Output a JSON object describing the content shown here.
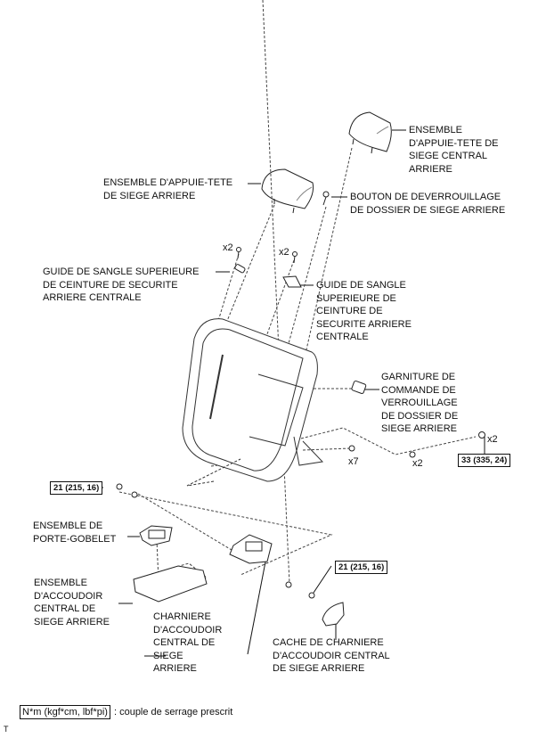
{
  "labels": {
    "center_headrest": [
      "ENSEMBLE",
      "D'APPUIE-TETE DE",
      "SIEGE CENTRAL",
      "ARRIERE"
    ],
    "rear_headrest": [
      "ENSEMBLE D'APPUIE-TETE",
      "DE SIEGE ARRIERE"
    ],
    "unlock_button": [
      "BOUTON DE DEVERROUILLAGE",
      "DE DOSSIER DE SIEGE ARRIERE"
    ],
    "belt_guide_left": [
      "GUIDE DE SANGLE SUPERIEURE",
      "DE CEINTURE DE SECURITE",
      "ARRIERE CENTRALE"
    ],
    "belt_guide_right": [
      "GUIDE DE SANGLE",
      "SUPERIEURE DE",
      "CEINTURE DE",
      "SECURITE ARRIERE",
      "CENTRALE"
    ],
    "lock_control_trim": [
      "GARNITURE DE",
      "COMMANDE DE",
      "VERROUILLAGE",
      "DE DOSSIER DE",
      "SIEGE ARRIERE"
    ],
    "cup_holder": [
      "ENSEMBLE DE",
      "PORTE-GOBELET"
    ],
    "armrest": [
      "ENSEMBLE",
      "D'ACCOUDOIR",
      "CENTRAL DE",
      "SIEGE ARRIERE"
    ],
    "armrest_hinge": [
      "CHARNIERE",
      "D'ACCOUDOIR",
      "CENTRAL DE",
      "SIEGE",
      "ARRIERE"
    ],
    "hinge_cover": [
      "CACHE DE CHARNIERE",
      "D'ACCOUDOIR CENTRAL",
      "DE SIEGE ARRIERE"
    ]
  },
  "quantities": {
    "left_guide_screws": "x2",
    "right_guide_screws": "x2",
    "clips": "x7",
    "nuts": "x2",
    "bolts_right": "x2"
  },
  "torques": {
    "seatback_bolt": "33 (335, 24)",
    "hinge_bolt_left": "21 (215, 16)",
    "hinge_bolt_right": "21 (215, 16)"
  },
  "legend": {
    "unit": "N*m (kgf*cm, lbf*pi)",
    "description": ": couple de serrage prescrit"
  },
  "corner_mark": "T"
}
